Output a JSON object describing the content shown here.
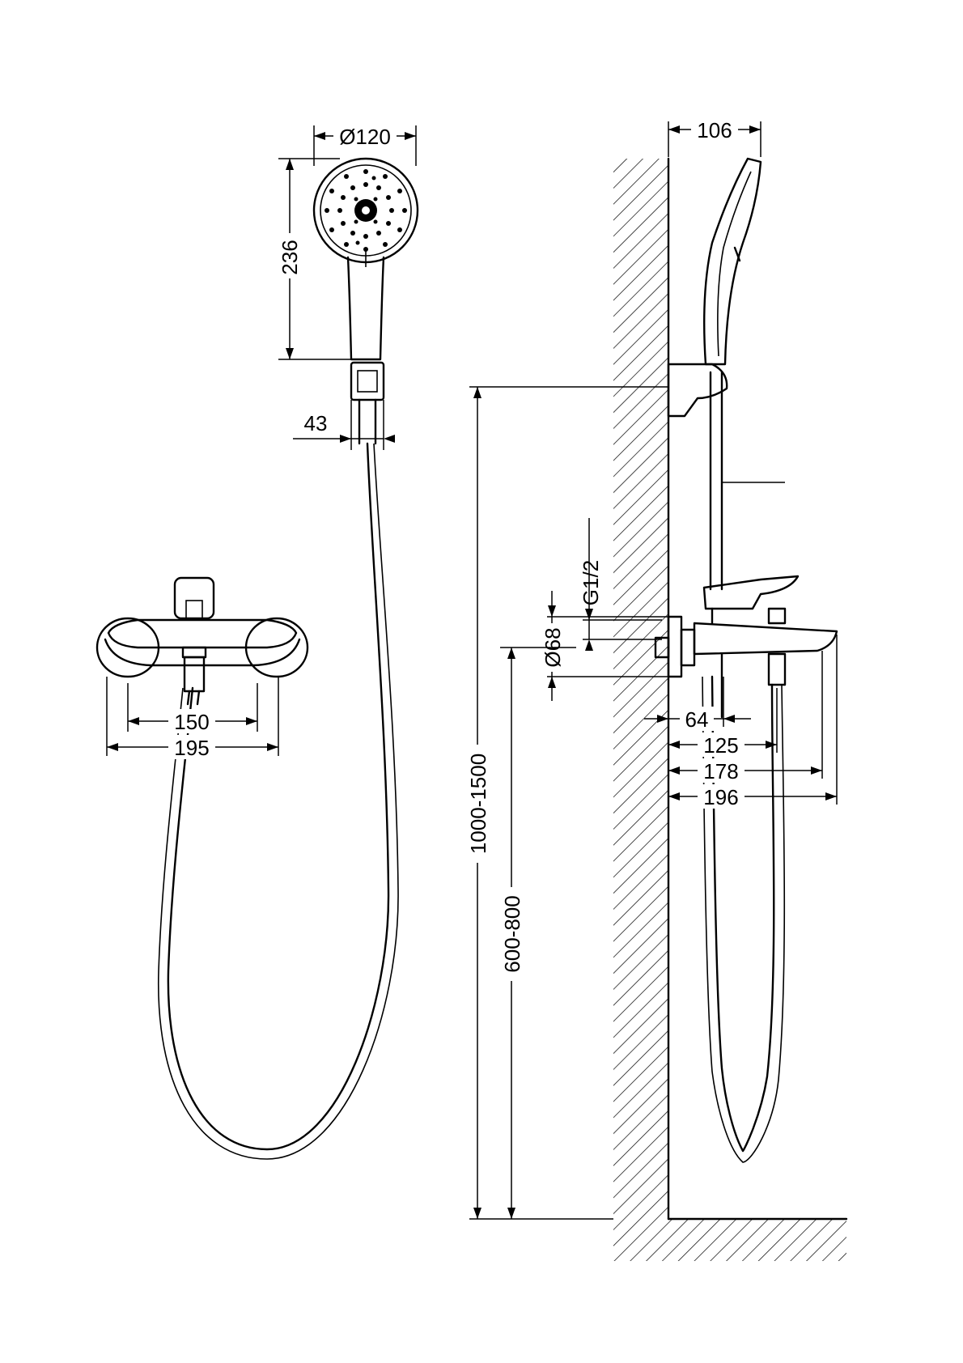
{
  "dimensions": {
    "showerhead_diameter": "Ø120",
    "handset_length": "236",
    "holder_width": "43",
    "inlet_centers": "150",
    "flange_width": "195",
    "handset_projection": "106",
    "thread": "G1/2",
    "flange_diameter": "Ø68",
    "flange_to_body": "64",
    "outlet_projection": "125",
    "spout_projection": "178",
    "overall_projection": "196",
    "holder_height": "1000-1500",
    "mixer_height": "600-800"
  }
}
